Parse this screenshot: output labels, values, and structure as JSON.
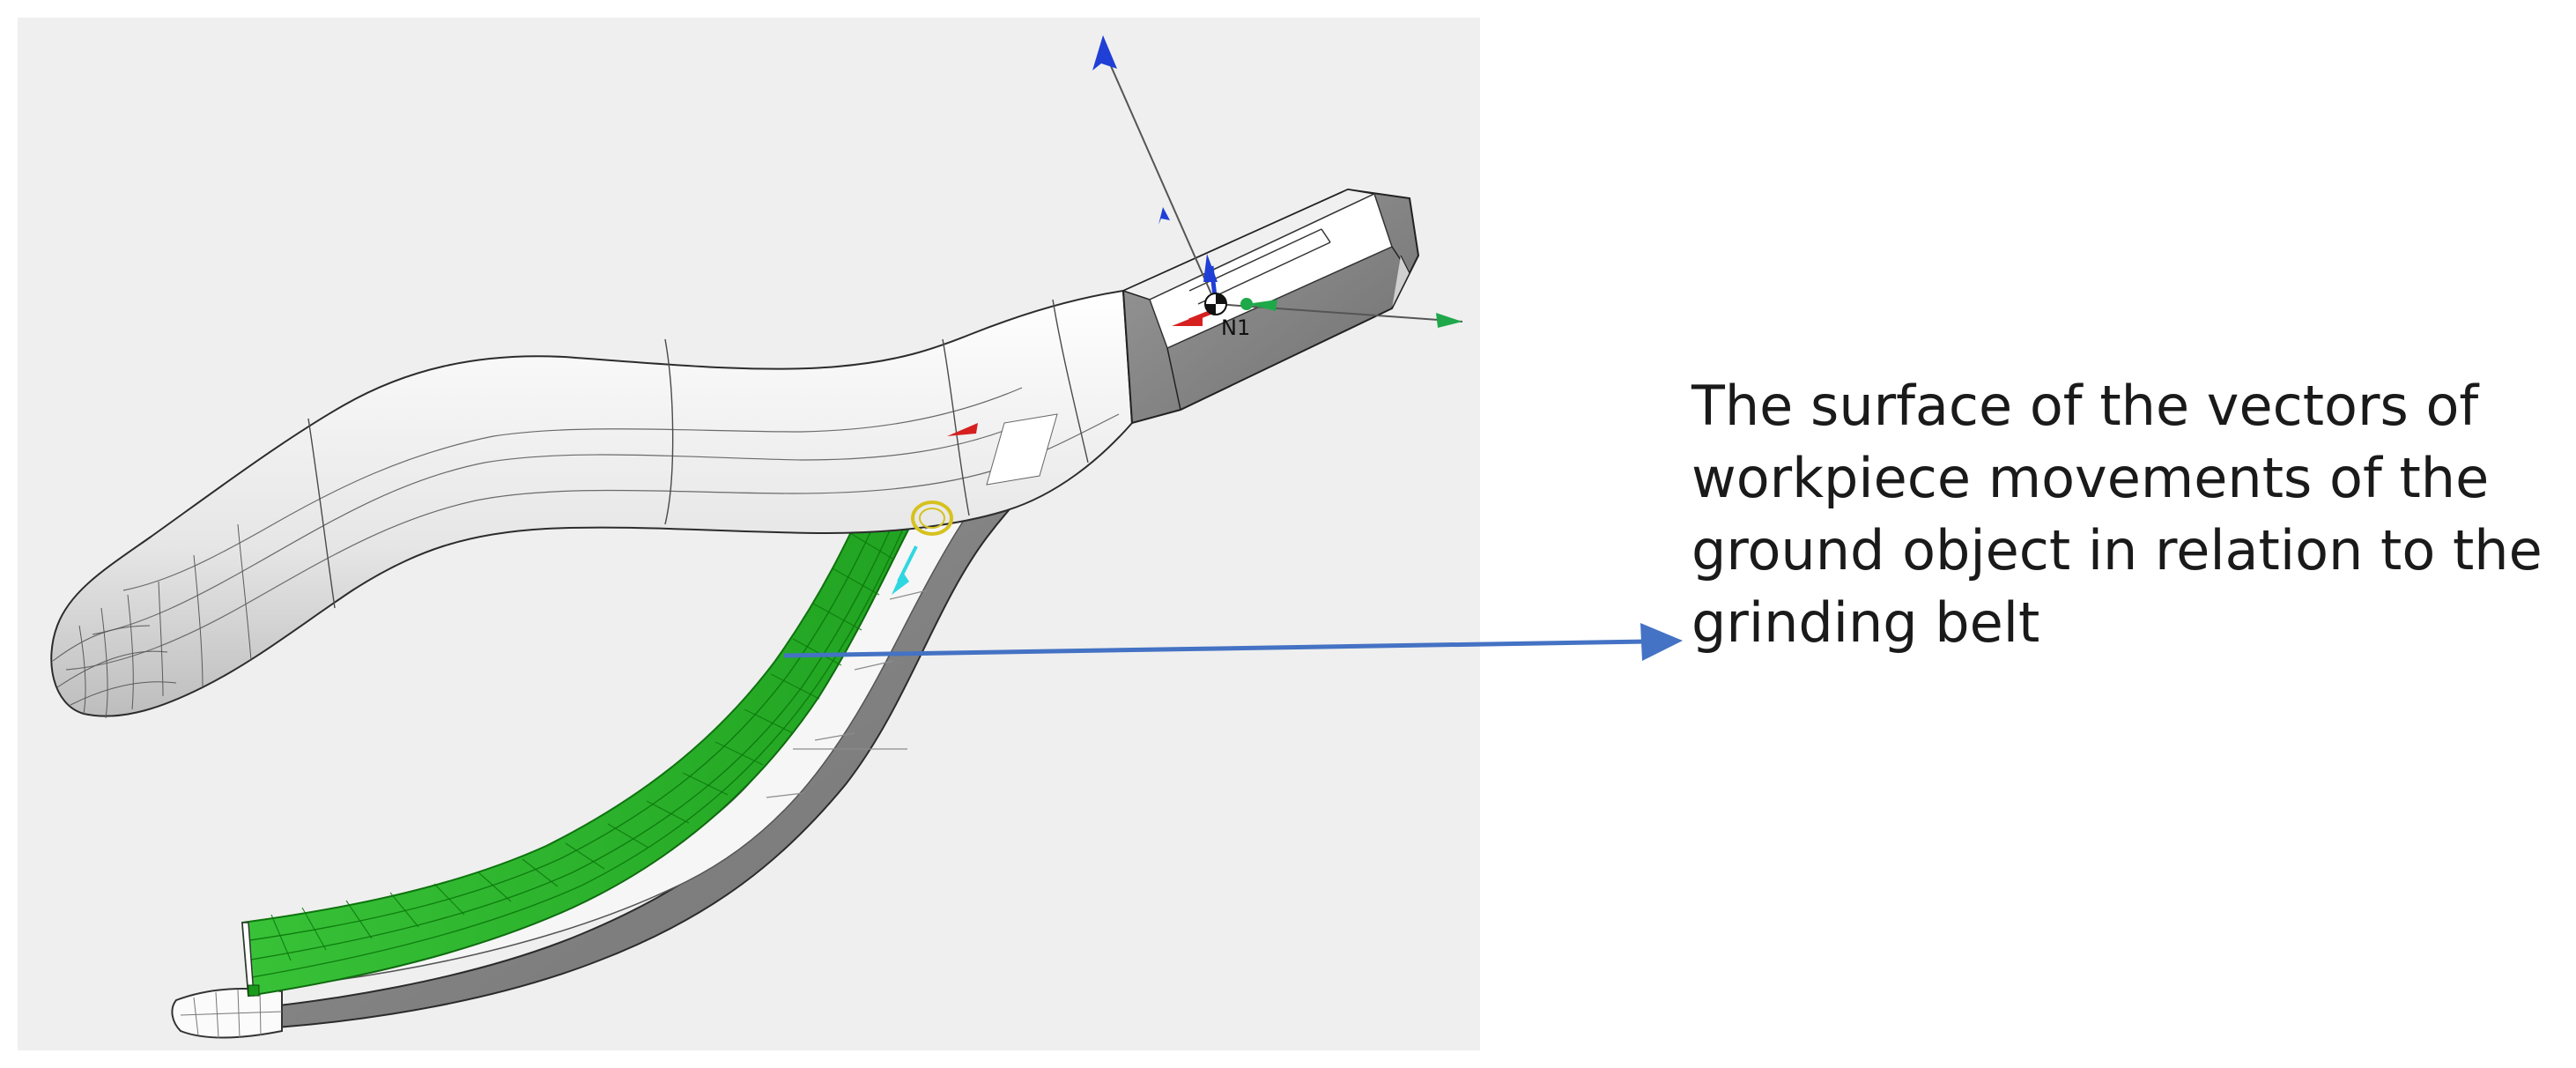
{
  "viewport": {
    "background": "#efefef",
    "node_label": "N1"
  },
  "caption": {
    "lines": [
      "The surface of the vectors of",
      "workpiece  movements of the",
      "ground object in relation to the",
      "grinding belt"
    ]
  },
  "colors": {
    "highlight_surface": "#2db52d",
    "annotation_arrow": "#4472c4",
    "axis_z": "#1f3fd6",
    "axis_x": "#d62020",
    "axis_y": "#1fa84a",
    "tangent_vector": "#2fd7e0",
    "selection_ring": "#d6c21f",
    "plier_light": "#f4f4f4",
    "plier_dark": "#8a8a8a"
  },
  "icons": [
    "pliers-model",
    "coordinate-triad-icon",
    "selection-ring-icon",
    "annotation-arrow"
  ]
}
